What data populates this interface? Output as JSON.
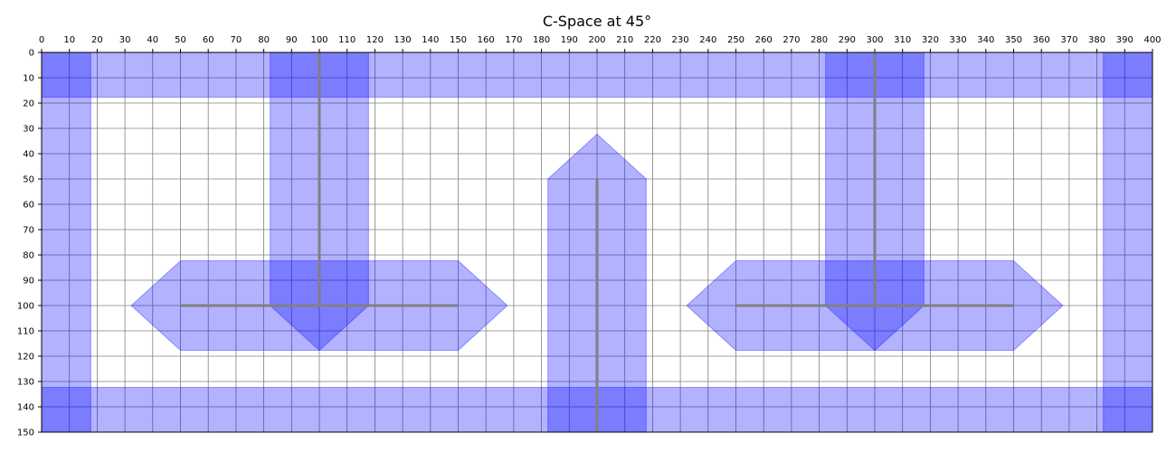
{
  "chart_data": {
    "type": "area",
    "title": "C-Space at 45°",
    "xlabel": "",
    "ylabel": "",
    "xlim": [
      0,
      400
    ],
    "ylim": [
      0,
      150
    ],
    "y_inverted": true,
    "x_ticks_on_top": true,
    "grid": true,
    "x_ticks": [
      0,
      10,
      20,
      30,
      40,
      50,
      60,
      70,
      80,
      90,
      100,
      110,
      120,
      130,
      140,
      150,
      160,
      170,
      180,
      190,
      200,
      210,
      220,
      230,
      240,
      250,
      260,
      270,
      280,
      290,
      300,
      310,
      320,
      330,
      340,
      350,
      360,
      370,
      380,
      390,
      400
    ],
    "y_ticks": [
      0,
      10,
      20,
      30,
      40,
      50,
      60,
      70,
      80,
      90,
      100,
      110,
      120,
      130,
      140,
      150
    ],
    "fill_color": "#0000ff",
    "fill_opacity": 0.3,
    "line_color": "#808080",
    "regions": [
      [
        [
          0,
          0
        ],
        [
          400,
          0
        ],
        [
          400,
          17.7
        ],
        [
          0,
          17.7
        ]
      ],
      [
        [
          0,
          132.3
        ],
        [
          400,
          132.3
        ],
        [
          400,
          150
        ],
        [
          0,
          150
        ]
      ],
      [
        [
          0,
          0
        ],
        [
          17.7,
          0
        ],
        [
          17.7,
          150
        ],
        [
          0,
          150
        ]
      ],
      [
        [
          382.3,
          0
        ],
        [
          400,
          0
        ],
        [
          400,
          150
        ],
        [
          382.3,
          150
        ]
      ],
      [
        [
          82.3,
          0
        ],
        [
          117.7,
          0
        ],
        [
          117.7,
          100
        ],
        [
          100,
          117.7
        ],
        [
          82.3,
          100
        ]
      ],
      [
        [
          50,
          82.3
        ],
        [
          150,
          82.3
        ],
        [
          167.7,
          100
        ],
        [
          150,
          117.7
        ],
        [
          50,
          117.7
        ],
        [
          32.3,
          100
        ]
      ],
      [
        [
          182.3,
          50
        ],
        [
          200,
          32.3
        ],
        [
          217.7,
          50
        ],
        [
          217.7,
          150
        ],
        [
          182.3,
          150
        ]
      ],
      [
        [
          282.3,
          0
        ],
        [
          317.7,
          0
        ],
        [
          317.7,
          100
        ],
        [
          300,
          117.7
        ],
        [
          282.3,
          100
        ]
      ],
      [
        [
          250,
          82.3
        ],
        [
          350,
          82.3
        ],
        [
          367.7,
          100
        ],
        [
          350,
          117.7
        ],
        [
          250,
          117.7
        ],
        [
          232.3,
          100
        ]
      ]
    ],
    "segments": [
      [
        [
          100,
          0
        ],
        [
          100,
          100
        ]
      ],
      [
        [
          50,
          100
        ],
        [
          150,
          100
        ]
      ],
      [
        [
          200,
          50
        ],
        [
          200,
          150
        ]
      ],
      [
        [
          300,
          0
        ],
        [
          300,
          100
        ]
      ],
      [
        [
          250,
          100
        ],
        [
          350,
          100
        ]
      ]
    ]
  }
}
